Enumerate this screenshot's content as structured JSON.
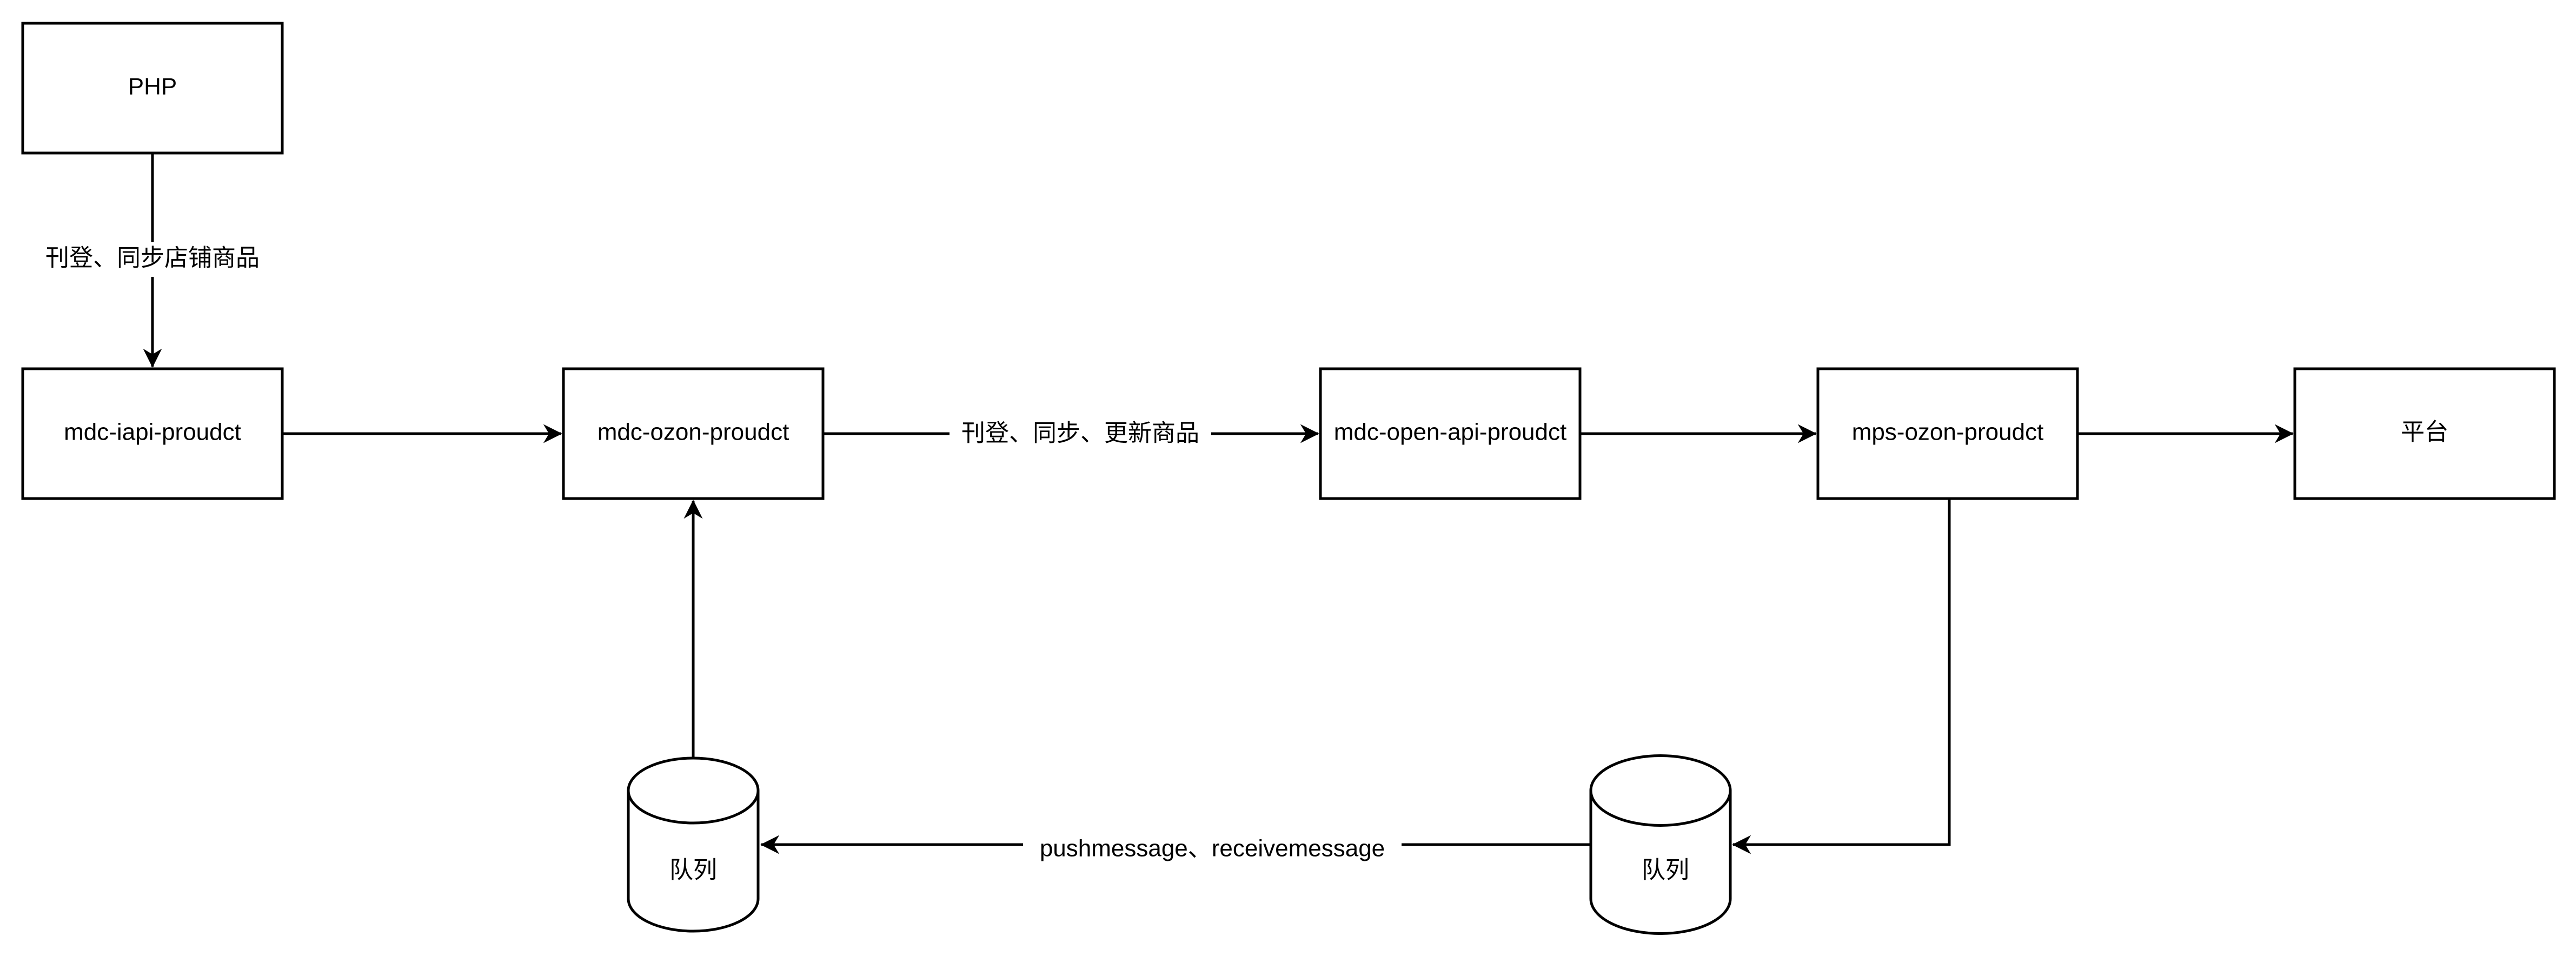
{
  "diagram": {
    "nodes": [
      {
        "id": "php",
        "label": "PHP",
        "shape": "rect"
      },
      {
        "id": "mdc-iapi",
        "label": "mdc-iapi-proudct",
        "shape": "rect"
      },
      {
        "id": "mdc-ozon",
        "label": "mdc-ozon-proudct",
        "shape": "rect"
      },
      {
        "id": "mdc-open-api",
        "label": "mdc-open-api-proudct",
        "shape": "rect"
      },
      {
        "id": "mps-ozon",
        "label": "mps-ozon-proudct",
        "shape": "rect"
      },
      {
        "id": "platform",
        "label": "平台",
        "shape": "rect"
      },
      {
        "id": "queue-left",
        "label": "队列",
        "shape": "cylinder"
      },
      {
        "id": "queue-right",
        "label": "队列",
        "shape": "cylinder"
      }
    ],
    "edges": [
      {
        "from": "php",
        "to": "mdc-iapi",
        "label": "刊登、同步店铺商品"
      },
      {
        "from": "mdc-iapi",
        "to": "mdc-ozon",
        "label": ""
      },
      {
        "from": "mdc-ozon",
        "to": "mdc-open-api",
        "label": "刊登、同步、更新商品"
      },
      {
        "from": "mdc-open-api",
        "to": "mps-ozon",
        "label": ""
      },
      {
        "from": "mps-ozon",
        "to": "platform",
        "label": ""
      },
      {
        "from": "mps-ozon",
        "to": "queue-right",
        "label": ""
      },
      {
        "from": "queue-right",
        "to": "queue-left",
        "label": "pushmessage、receivemessage"
      },
      {
        "from": "queue-left",
        "to": "mdc-ozon",
        "label": ""
      }
    ]
  },
  "colors": {
    "stroke": "#000000",
    "fill": "#ffffff",
    "text": "#000000"
  }
}
